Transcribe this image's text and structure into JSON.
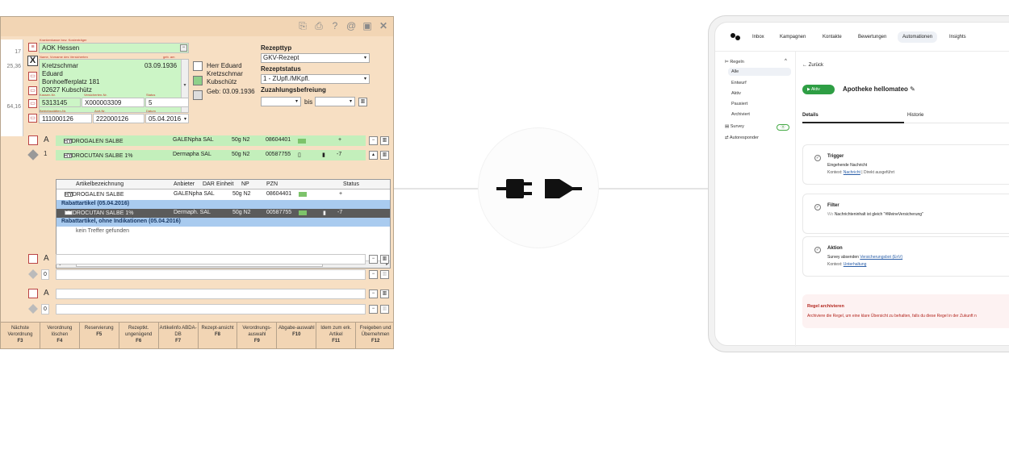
{
  "left_window": {
    "title_icons": [
      "clipboard-icon",
      "printer-icon",
      "help-icon",
      "at-icon",
      "window-icon",
      "close-icon"
    ],
    "ruler": [
      "17",
      "25,36",
      "64,16"
    ],
    "kasse": {
      "label": "Krankenkasse bzw. Kostenträger",
      "value": "AOK Hessen"
    },
    "patient": {
      "label": "Name, Vorname des Versicherten",
      "dob_label": "geb. am",
      "last_name": "Kretzschmar",
      "first_name": "Eduard",
      "street": "Bonhoefferplatz 181",
      "city": "02627 Kubschütz",
      "dob": "03.09.1936"
    },
    "kassen_nr": {
      "label": "Kassen-Nr.",
      "value": "5313145"
    },
    "versicherten_nr": {
      "label": "Versicherten-Nr.",
      "value": "X000003309"
    },
    "status": {
      "label": "Status",
      "value": "5"
    },
    "betriebsstaetten_nr": {
      "label": "Betriebsstätten-Nr.",
      "value": "111000126"
    },
    "arzt_nr": {
      "label": "Arzt-Nr.",
      "value": "222000126"
    },
    "datum": {
      "label": "Datum",
      "value": "05.04.2016"
    },
    "doctor": {
      "line1": "Herr Eduard",
      "line2": "Kretzschmar",
      "line3": "Kubschütz",
      "line4": "Geb: 03.09.1936"
    },
    "rezepttyp": {
      "label": "Rezepttyp",
      "value": "GKV-Rezept"
    },
    "rezeptstatus": {
      "label": "Rezeptstatus",
      "value": "1 - ZUpfl./MKpfl."
    },
    "zuzahlung": {
      "label": "Zuzahlungsbefreiung",
      "bis": "bis"
    },
    "rows": [
      {
        "marker": "A",
        "name": "HYDROGALEN SALBE",
        "anbieter": "GALENpha SAL",
        "einheit": "50g N2",
        "pzn": "08604401",
        "extra": "+"
      },
      {
        "marker": "1",
        "name": "HYDROCUTAN SALBE 1%",
        "anbieter": "Dermapha SAL",
        "einheit": "50g N2",
        "pzn": "00587755",
        "extra": "-7"
      }
    ],
    "grid": {
      "headers": [
        "Artikelbezeichnung",
        "Anbieter",
        "DAR",
        "Einheit",
        "NP",
        "PZN",
        "Status"
      ],
      "rows": [
        {
          "type": "item",
          "name": "HYDROGALEN SALBE",
          "anbieter": "GALENpha SAL",
          "einheit": "50g N2",
          "pzn": "08604401",
          "status": "+"
        },
        {
          "type": "group",
          "name": "Rabattartikel (05.04.2016)"
        },
        {
          "type": "selected",
          "name": "HYDROCUTAN SALBE 1%",
          "anbieter": "Dermaph. SAL",
          "einheit": "50g N2",
          "pzn": "00587755",
          "status": "-7"
        },
        {
          "type": "group",
          "name": "Rabattartikel, ohne Indikationen (05.04.2016)"
        },
        {
          "type": "empty",
          "name": "kein Treffer gefunden"
        }
      ]
    },
    "empty_rows": [
      {
        "marker": "A"
      },
      {
        "marker": "0"
      },
      {
        "marker": "A"
      },
      {
        "marker": "0"
      }
    ],
    "fkeys": [
      {
        "label": "Nächste Verordnung",
        "key": "F3"
      },
      {
        "label": "Verordnung löschen",
        "key": "F4"
      },
      {
        "label": "Reservierung",
        "key": "F5"
      },
      {
        "label": "Rezeptkt. ungenügend",
        "key": "F6"
      },
      {
        "label": "Artikelinfo ABDA-DB",
        "key": "F7"
      },
      {
        "label": "Rezept-ansicht",
        "key": "F8"
      },
      {
        "label": "Verordnungs-auswahl",
        "key": "F9"
      },
      {
        "label": "Abgabe-auswahl",
        "key": "F10"
      },
      {
        "label": "Idem zum erk. Artikel",
        "key": "F11"
      },
      {
        "label": "Freigeben und Übernehmen",
        "key": "F12"
      }
    ]
  },
  "right_window": {
    "nav": [
      "Inbox",
      "Kampagnen",
      "Kontakte",
      "Bewertungen",
      "Automationen",
      "Insights"
    ],
    "active_nav": "Automationen",
    "sidebar": {
      "section": "Regeln",
      "items": [
        "Alle",
        "Entwurf",
        "Aktiv",
        "Pausiert",
        "Archiviert"
      ],
      "survey": "Survey",
      "autoresponder": "Autoresponder"
    },
    "back": "Zurück",
    "status_pill": "Aktiv",
    "rule_name": "Apotheke hellomateo",
    "tabs": [
      "Details",
      "Historie"
    ],
    "trigger": {
      "title": "Trigger",
      "line1": "Eingehende Nachricht",
      "ctx_label": "Kontext:",
      "ctx_link": "Nachricht",
      "ctx_rest": "| Direkt ausgeführt"
    },
    "filter": {
      "title": "Filter",
      "prefix": "Wo",
      "line1": "Nachrichteninhalt ist gleich \"#MeineVersicherung\""
    },
    "action": {
      "title": "Aktion",
      "prefix": "Survey absenden",
      "link": "Versicherungsbot (EnV)",
      "ctx_label": "Kontext:",
      "ctx_link": "Unterhaltung"
    },
    "archive": {
      "title": "Regel archivieren",
      "desc": "Archiviere die Regel, um eine klare Übersicht zu behalten, falls du diese Regel in der Zukunft n"
    }
  },
  "colors": {
    "legacy_bg": "#f7dfc3",
    "green_row": "#c3efbb",
    "group_blue": "#a9cbef",
    "active_green": "#2e9e44",
    "danger_red": "#b3261e"
  }
}
